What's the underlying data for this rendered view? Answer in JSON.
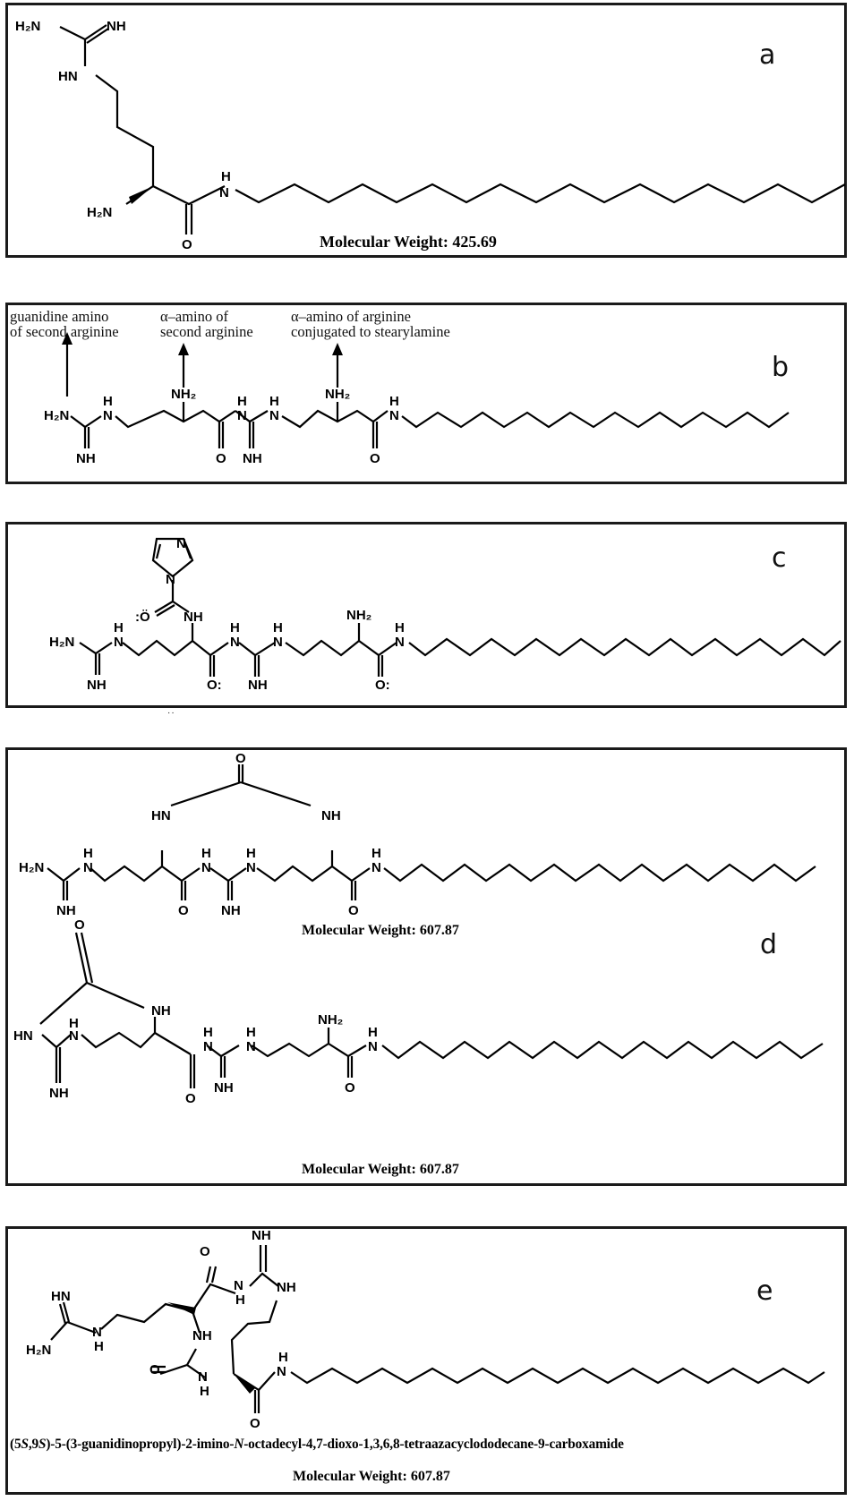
{
  "figure": {
    "panels": [
      {
        "id": "a",
        "label": "a",
        "molecular_weight": "Molecular Weight: 425.69",
        "atoms": [
          "H2N",
          "NH",
          "HN",
          "H2N",
          "H",
          "N",
          "O"
        ]
      },
      {
        "id": "b",
        "label": "b",
        "annotations": [
          "guanidine amino\nof second arginine",
          "α–amino of\nsecond arginine",
          "α–amino of arginine\nconjugated to stearylamine"
        ],
        "atoms": [
          "H2N",
          "NH",
          "NH2",
          "NH2",
          "O",
          "O",
          "NH",
          "H",
          "N"
        ]
      },
      {
        "id": "c",
        "label": "c",
        "atoms": [
          "H2N",
          "NH",
          "N",
          "N",
          "O",
          "NH",
          "NH2",
          "O",
          "O",
          "NH"
        ],
        "stray_mark": "··"
      },
      {
        "id": "d",
        "label": "d",
        "structures": [
          {
            "molecular_weight": "Molecular Weight: 607.87"
          },
          {
            "molecular_weight": "Molecular Weight: 607.87"
          }
        ]
      },
      {
        "id": "e",
        "label": "e",
        "iupac_name_parts": [
          "(5",
          "S",
          ",9",
          "S",
          ")-5-(3-guanidinopropyl)-2-imino-",
          "N",
          "-octadecyl-4,7-dioxo-1,3,6,8-tetraazacyclododecane-9-carboxamide"
        ],
        "molecular_weight": "Molecular Weight: 607.87"
      }
    ]
  }
}
